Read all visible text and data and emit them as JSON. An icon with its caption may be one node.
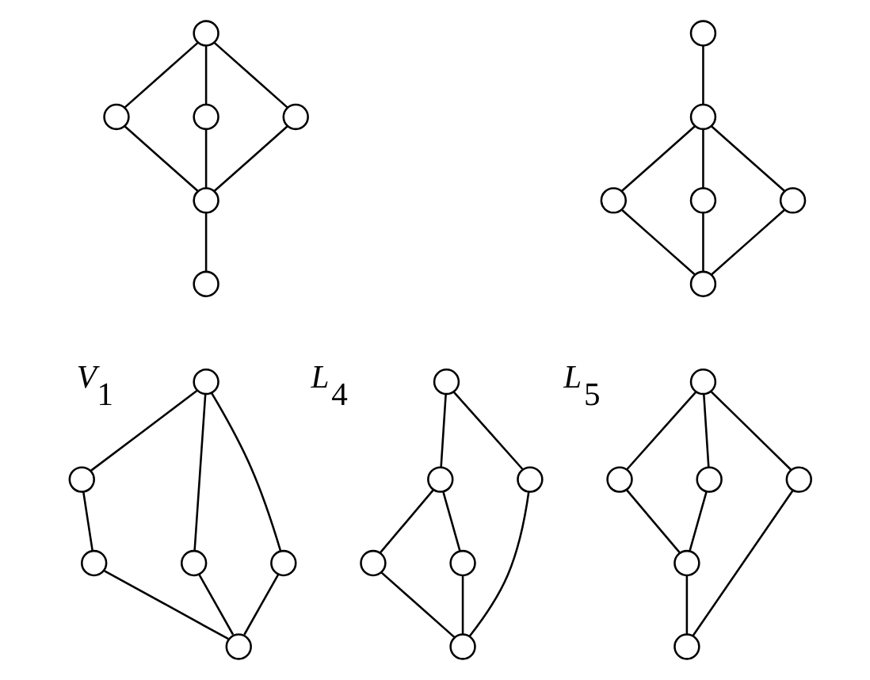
{
  "diagram": {
    "nodes": [
      {
        "text": [],
        "shape": "circle"
      },
      {
        "text": [],
        "shape": "circle"
      },
      {
        "text": [],
        "shape": "circle"
      },
      {
        "text": [],
        "shape": "circle"
      },
      {
        "text": [],
        "shape": "circle"
      },
      {
        "text": [],
        "shape": "circle"
      },
      {
        "text": [],
        "shape": "circle"
      },
      {
        "text": [],
        "shape": "circle"
      },
      {
        "text": [],
        "shape": "circle"
      },
      {
        "text": [],
        "shape": "circle"
      },
      {
        "text": [],
        "shape": "circle"
      },
      {
        "text": [],
        "shape": "circle"
      },
      {
        "text": [],
        "shape": "circle"
      },
      {
        "text": [],
        "shape": "circle"
      },
      {
        "text": [],
        "shape": "circle"
      },
      {
        "text": [],
        "shape": "circle"
      },
      {
        "text": [],
        "shape": "circle"
      },
      {
        "text": [],
        "shape": "circle"
      },
      {
        "text": [],
        "shape": "circle"
      },
      {
        "text": [],
        "shape": "circle"
      },
      {
        "text": [],
        "shape": "circle"
      },
      {
        "text": [],
        "shape": "circle"
      },
      {
        "text": [],
        "shape": "circle"
      },
      {
        "text": [],
        "shape": "circle"
      },
      {
        "text": [],
        "shape": "circle"
      },
      {
        "text": [],
        "shape": "circle"
      },
      {
        "text": [],
        "shape": "circle"
      },
      {
        "text": [],
        "shape": "circle"
      },
      {
        "text": [],
        "shape": "circle"
      },
      {
        "text": [],
        "shape": "circle"
      }
    ],
    "edges": [
      {
        "from": 0,
        "to": 1,
        "arrow": "none"
      },
      {
        "from": 0,
        "to": 2,
        "arrow": "none"
      },
      {
        "from": 0,
        "to": 3,
        "arrow": "none"
      },
      {
        "from": 1,
        "to": 4,
        "arrow": "none"
      },
      {
        "from": 2,
        "to": 4,
        "arrow": "none"
      },
      {
        "from": 3,
        "to": 4,
        "arrow": "none"
      },
      {
        "from": 4,
        "to": 5,
        "arrow": "none"
      },
      {
        "from": 6,
        "to": 7,
        "arrow": "none"
      },
      {
        "from": 7,
        "to": 8,
        "arrow": "none"
      },
      {
        "from": 7,
        "to": 9,
        "arrow": "none"
      },
      {
        "from": 7,
        "to": 10,
        "arrow": "none"
      },
      {
        "from": 8,
        "to": 11,
        "arrow": "none"
      },
      {
        "from": 9,
        "to": 11,
        "arrow": "none"
      },
      {
        "from": 10,
        "to": 11,
        "arrow": "none"
      },
      {
        "from": 12,
        "to": 14,
        "arrow": "none"
      },
      {
        "from": 12,
        "to": 15,
        "arrow": "none"
      },
      {
        "from": 12,
        "to": 13,
        "arrow": "none"
      },
      {
        "from": 13,
        "to": 16,
        "arrow": "none"
      },
      {
        "from": 14,
        "to": 17,
        "arrow": "none"
      },
      {
        "from": 15,
        "to": 17,
        "arrow": "none"
      },
      {
        "from": 16,
        "to": 17,
        "arrow": "none"
      },
      {
        "from": 18,
        "to": 19,
        "arrow": "none"
      },
      {
        "from": 18,
        "to": 22,
        "arrow": "none"
      },
      {
        "from": 19,
        "to": 20,
        "arrow": "none"
      },
      {
        "from": 19,
        "to": 21,
        "arrow": "none"
      },
      {
        "from": 20,
        "to": 23,
        "arrow": "none"
      },
      {
        "from": 21,
        "to": 23,
        "arrow": "none"
      },
      {
        "from": 22,
        "to": 23,
        "arrow": "none"
      },
      {
        "from": 24,
        "to": 25,
        "arrow": "none"
      },
      {
        "from": 24,
        "to": 26,
        "arrow": "none"
      },
      {
        "from": 24,
        "to": 27,
        "arrow": "none"
      },
      {
        "from": 25,
        "to": 28,
        "arrow": "none"
      },
      {
        "from": 26,
        "to": 28,
        "arrow": "none"
      },
      {
        "from": 28,
        "to": 29,
        "arrow": "none"
      },
      {
        "from": 27,
        "to": 29,
        "arrow": "none"
      }
    ],
    "labels": [
      "V$_{1}$",
      "L$_{4}$",
      "L$_{5}$"
    ]
  }
}
